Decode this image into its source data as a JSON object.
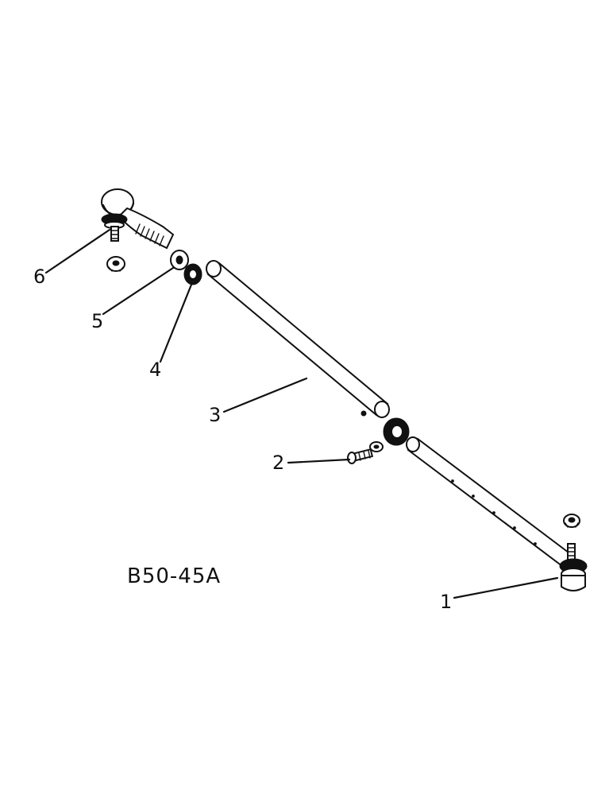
{
  "figure_id": "B50-45A",
  "callouts": [
    {
      "id": "1",
      "label": "1"
    },
    {
      "id": "2",
      "label": "2"
    },
    {
      "id": "3",
      "label": "3"
    },
    {
      "id": "4",
      "label": "4"
    },
    {
      "id": "5",
      "label": "5"
    },
    {
      "id": "6",
      "label": "6"
    }
  ],
  "colors": {
    "ink": "#111111",
    "paper": "#ffffff"
  }
}
